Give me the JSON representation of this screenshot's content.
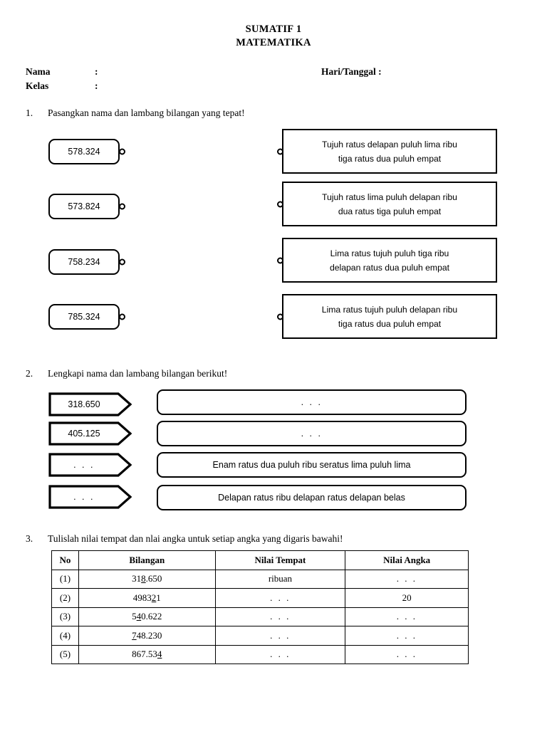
{
  "title": {
    "line1": "SUMATIF 1",
    "line2": "MATEMATIKA"
  },
  "identity": {
    "nama_label": "Nama",
    "nama_colon": ":",
    "nama_value": "",
    "kelas_label": "Kelas",
    "kelas_colon": ":",
    "kelas_value": "",
    "tanggal_label": "Hari/Tanggal :",
    "tanggal_value": ""
  },
  "questions": [
    {
      "number": "1.",
      "text": "Pasangkan nama dan lambang bilangan yang tepat!"
    },
    {
      "number": "2.",
      "text": "Lengkapi nama dan lambang bilangan berikut!"
    },
    {
      "number": "3.",
      "text": "Tulislah nilai tempat dan nlai angka untuk setiap angka yang digaris bawahi!"
    }
  ],
  "q1": {
    "numbers": [
      {
        "value": "578.324"
      },
      {
        "value": "573.824"
      },
      {
        "value": "758.234"
      },
      {
        "value": "785.324"
      }
    ],
    "words": [
      {
        "line1": "Tujuh ratus delapan puluh lima ribu",
        "line2": "tiga ratus dua puluh empat"
      },
      {
        "line1": "Tujuh ratus lima puluh delapan ribu",
        "line2": "dua ratus tiga puluh empat"
      },
      {
        "line1": "Lima ratus tujuh puluh tiga ribu",
        "line2": "delapan ratus dua puluh empat"
      },
      {
        "line1": "Lima ratus tujuh puluh delapan ribu",
        "line2": "tiga ratus dua puluh empat"
      }
    ]
  },
  "q2": {
    "left": [
      {
        "value": "318.650"
      },
      {
        "value": "405.125"
      },
      {
        "value": ". . ."
      },
      {
        "value": ". . ."
      }
    ],
    "right": [
      {
        "value": ". . ."
      },
      {
        "value": ". . ."
      },
      {
        "value": "Enam ratus dua puluh ribu seratus lima puluh lima"
      },
      {
        "value": "Delapan ratus ribu delapan ratus delapan belas"
      }
    ]
  },
  "q3": {
    "headers": [
      "No",
      "Bilangan",
      "Nilai Tempat",
      "Nilai Angka"
    ],
    "rows": [
      {
        "no": "(1)",
        "bil_pre": "31",
        "bil_u": "8",
        "bil_post": ".650",
        "nilai_tempat": "ribuan",
        "nilai_angka": ". . ."
      },
      {
        "no": "(2)",
        "bil_pre": "4983",
        "bil_u": "2",
        "bil_post": "1",
        "nilai_tempat": ". . .",
        "nilai_angka": "20"
      },
      {
        "no": "(3)",
        "bil_pre": "5",
        "bil_u": "4",
        "bil_post": "0.622",
        "nilai_tempat": ". . .",
        "nilai_angka": ". . ."
      },
      {
        "no": "(4)",
        "bil_pre": "",
        "bil_u": "7",
        "bil_post": "48.230",
        "nilai_tempat": ". . .",
        "nilai_angka": ". . ."
      },
      {
        "no": "(5)",
        "bil_pre": "867.53",
        "bil_u": "4",
        "bil_post": "",
        "nilai_tempat": ". . .",
        "nilai_angka": ". . ."
      }
    ]
  },
  "colors": {
    "ink": "#000000",
    "paper": "#ffffff"
  }
}
